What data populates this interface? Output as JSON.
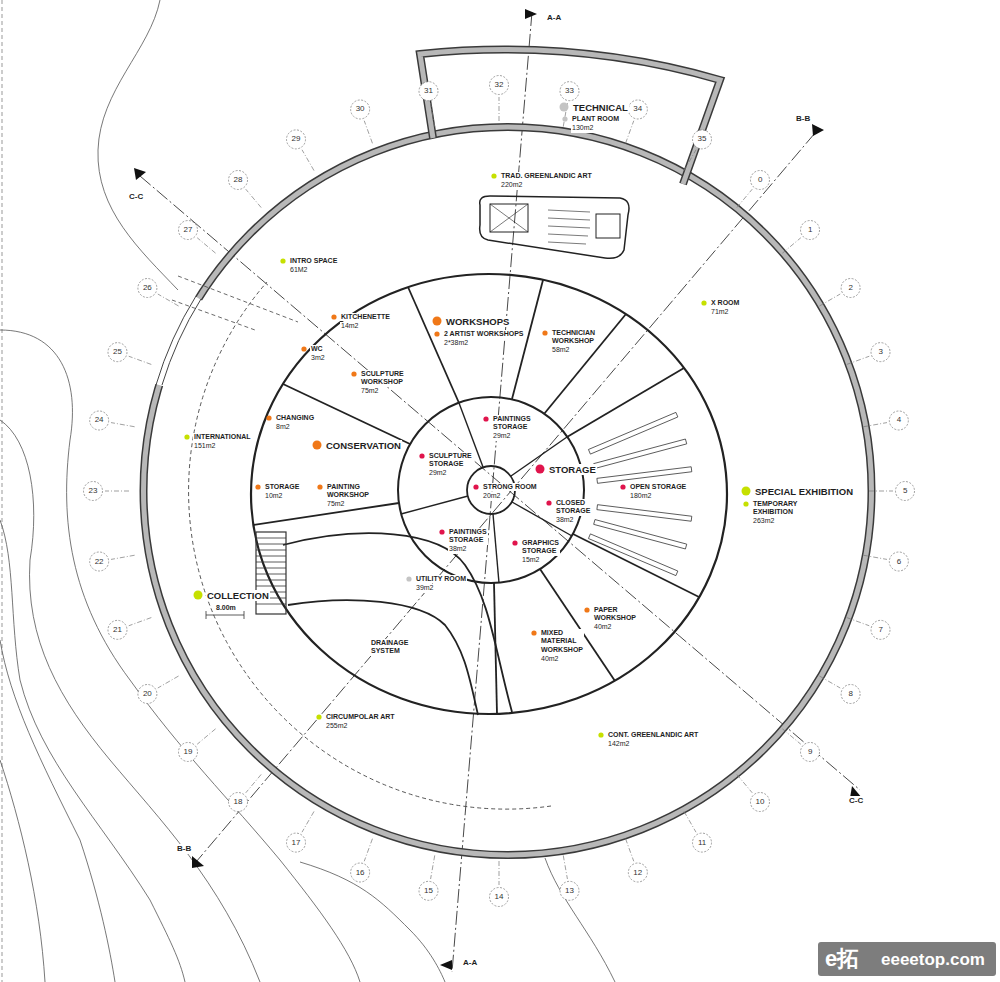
{
  "diagram": {
    "labels": [
      "A-A",
      "A-A",
      "B-B",
      "B-B",
      "C-C",
      "C-C",
      "1",
      "2",
      "3",
      "4",
      "5",
      "6",
      "7",
      "8",
      "9",
      "10",
      "11",
      "12",
      "13",
      "14",
      "15",
      "16",
      "17",
      "18",
      "19",
      "20",
      "21",
      "22",
      "23",
      "24",
      "25",
      "26",
      "27",
      "28",
      "29",
      "30",
      "31",
      "32",
      "33",
      "34",
      "35",
      "0",
      "TECHNICAL",
      "PLANT ROOM",
      "130m2",
      "TRAD. GREENLANDIC ART",
      "220m2",
      "INTRO SPACE",
      "61M2",
      "WORKSHOPS",
      "2 ARTIST WORKSHOPS",
      "2*38m2",
      "TECHNICIAN WORKSHOP",
      "58m2",
      "X ROOM",
      "71m2",
      "KITCHENETTE",
      "14m2",
      "WC",
      "3m2",
      "SCULPTURE WORKSHOP",
      "75m2",
      "CHANGING",
      "8m2",
      "INTERNATIONAL",
      "151m2",
      "CONSERVATION",
      "PAINTINGS STORAGE",
      "29m2",
      "SCULPTURE STORAGE",
      "29m2",
      "STORAGE",
      "STRONG ROOM",
      "20m2",
      "CLOSED STORAGE",
      "38m2",
      "OPEN STORAGE",
      "180m2",
      "SPECIAL EXHIBITION",
      "TEMPORARY EXHIBITION",
      "263m2",
      "STORAGE",
      "10m2",
      "PAINTING WORKSHOP",
      "75m2",
      "PAINTINGS STORAGE",
      "38m2",
      "GRAPHICS STORAGE",
      "15m2",
      "UTILITY ROOM",
      "39m2",
      "COLLECTION",
      "8.00m",
      "DRAINAGE SYSTEM",
      "MIXED MATERIAL WORKSHOP",
      "40m2",
      "PAPER WORKSHOP",
      "40m2",
      "CIRCUMPOLAR ART",
      "255m2",
      "CONT. GREENLANDIC ART",
      "142m2",
      "e拓",
      "eeeetop.com"
    ]
  }
}
